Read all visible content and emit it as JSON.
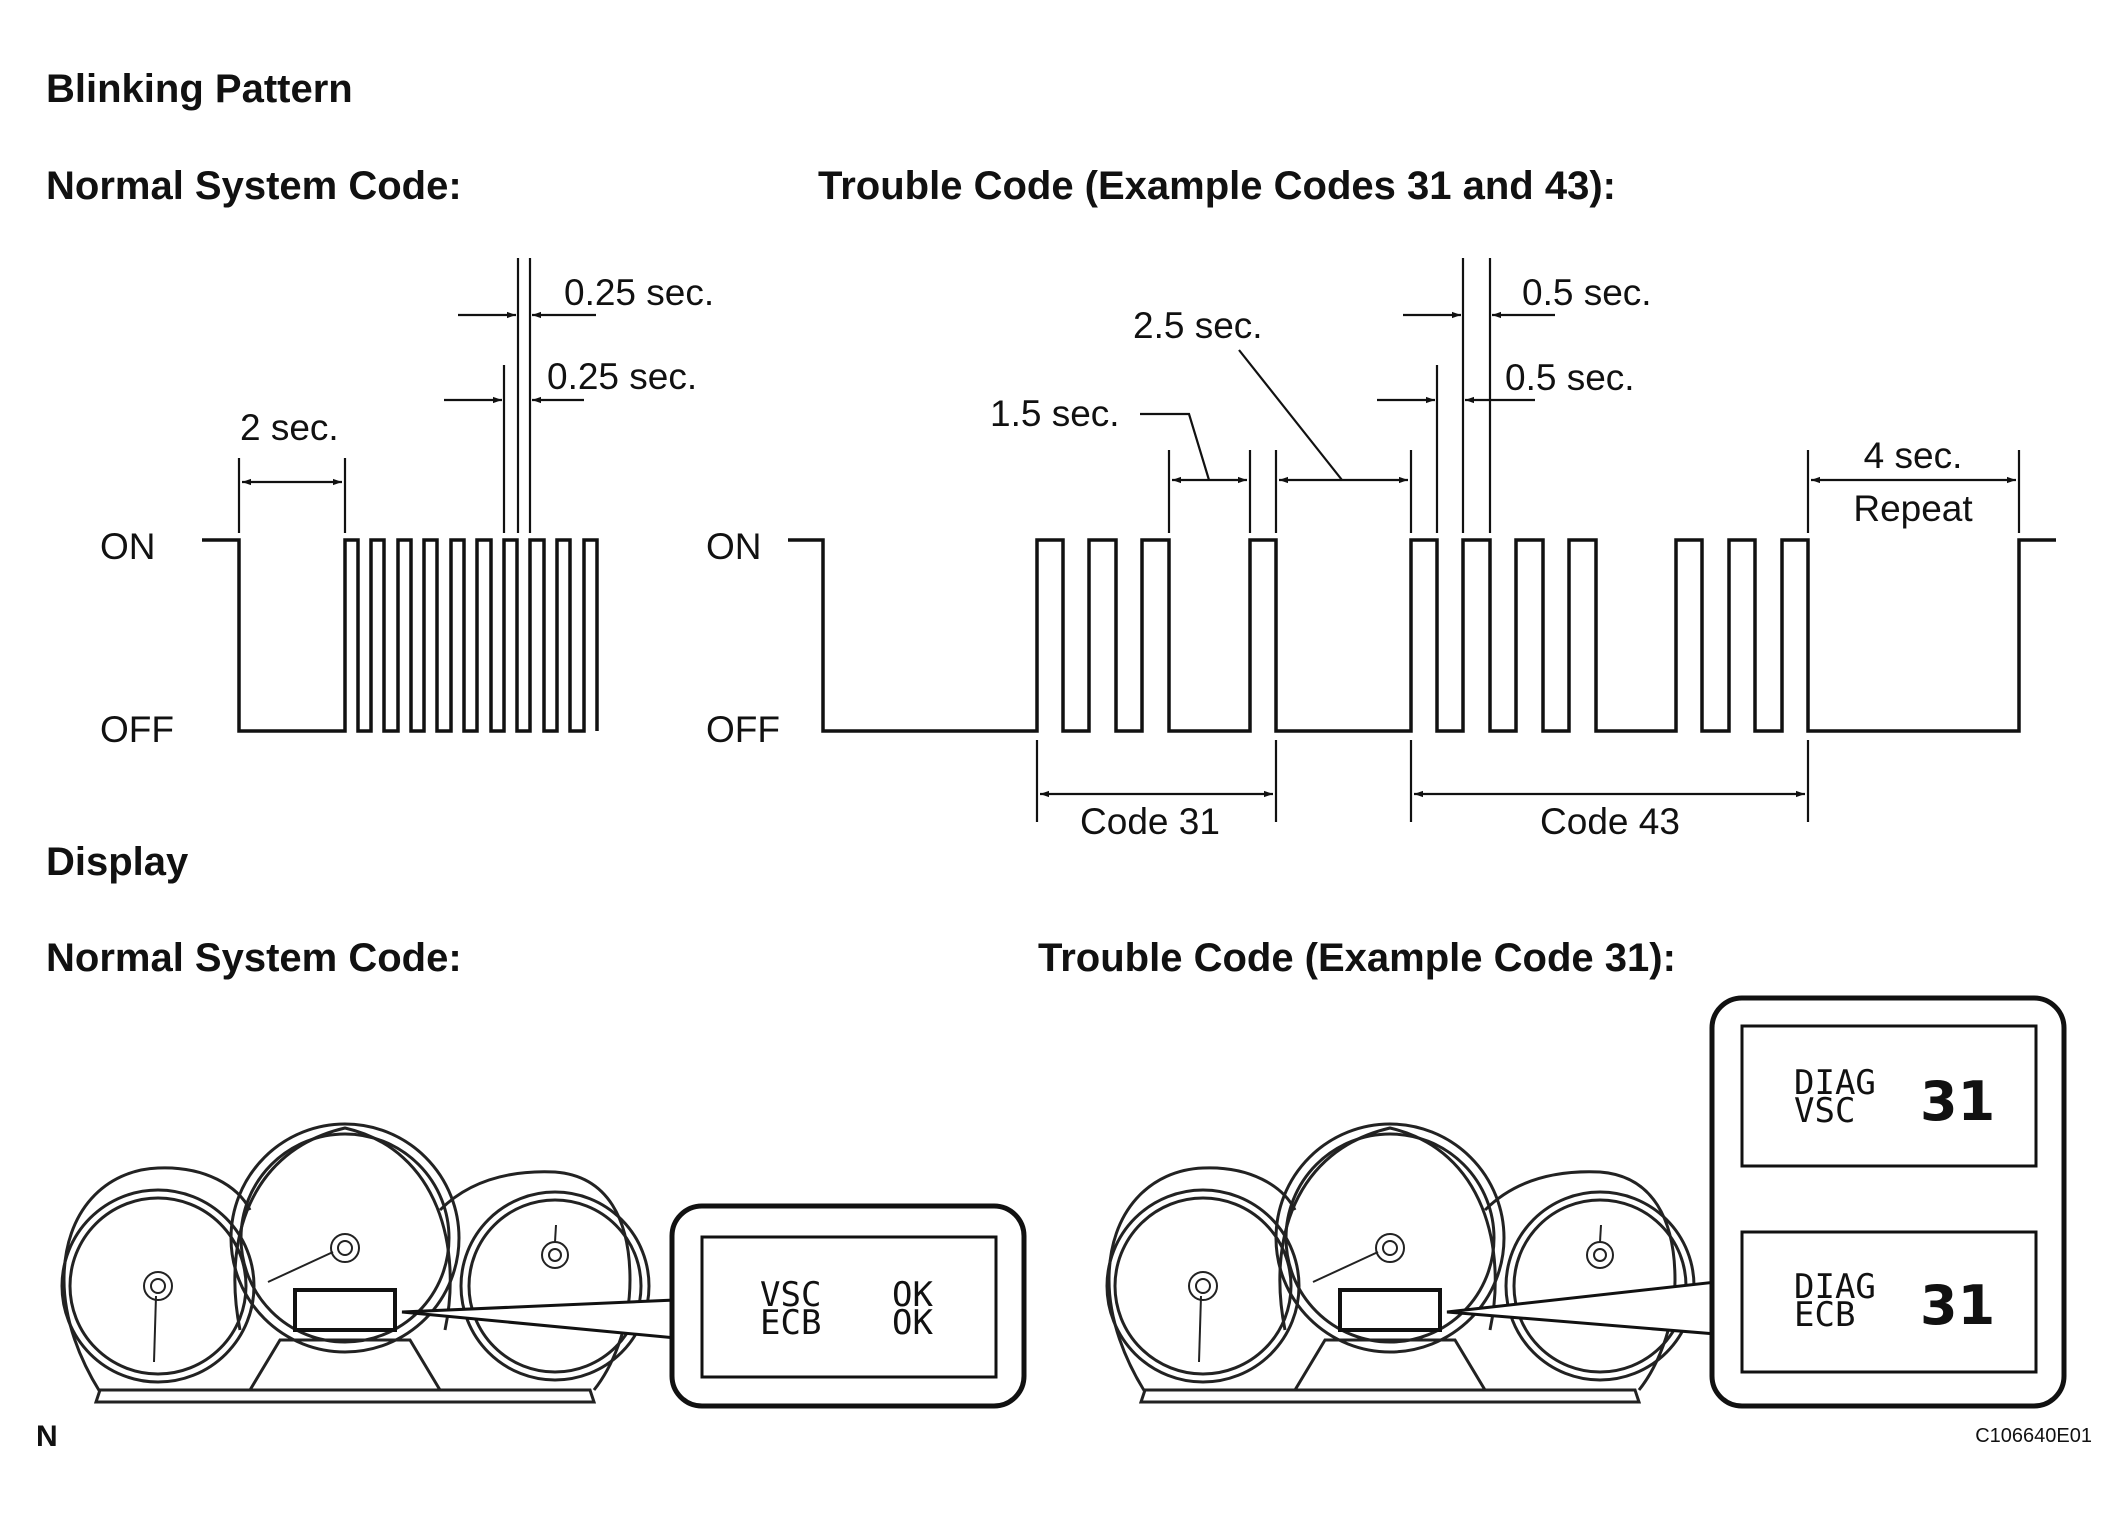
{
  "headings": {
    "blinking": "Blinking Pattern",
    "normal_1": "Normal System Code:",
    "trouble_blink": "Trouble Code (Example Codes 31 and 43):",
    "display": "Display",
    "normal_2": "Normal System Code:",
    "trouble_display": "Trouble Code (Example Code 31):"
  },
  "states": {
    "on": "ON",
    "off": "OFF"
  },
  "normal_timing": {
    "t_on": "0.25 sec.",
    "t_off": "0.25 sec.",
    "t_initial": "2 sec."
  },
  "trouble_timing": {
    "t_code_gap": "2.5 sec.",
    "t_digit_gap": "1.5 sec.",
    "t_on": "0.5 sec.",
    "t_off": "0.5 sec.",
    "t_repeat": "4 sec.",
    "repeat": "Repeat",
    "code_a": "Code 31",
    "code_b": "Code 43"
  },
  "normal_display": {
    "line1_left": "VSC",
    "line1_right": "OK",
    "line2_left": "ECB",
    "line2_right": "OK"
  },
  "trouble_display": {
    "top": {
      "line1": "DIAG",
      "line2": "VSC",
      "code": "31"
    },
    "bottom": {
      "line1": "DIAG",
      "line2": "ECB",
      "code": "31"
    }
  },
  "footer": {
    "left_mark": "N",
    "figure_id": "C106640E01"
  }
}
